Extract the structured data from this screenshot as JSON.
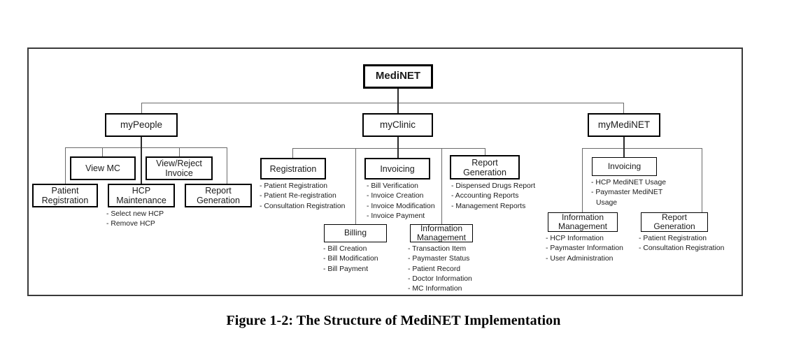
{
  "figure": {
    "caption": "Figure 1-2: The Structure of MediNET Implementation"
  },
  "diagram": {
    "type": "tree-hierarchy",
    "root": {
      "label": "MediNET"
    },
    "branches": [
      {
        "label": "myPeople",
        "children": [
          {
            "label": "View MC",
            "bullets": []
          },
          {
            "label": "View/Reject\nInvoice",
            "line1": "View/Reject",
            "line2": "Invoice",
            "bullets": []
          },
          {
            "label": "Patient\nRegistration",
            "line1": "Patient",
            "line2": "Registration",
            "bullets": []
          },
          {
            "label": "HCP\nMaintenance",
            "line1": "HCP",
            "line2": "Maintenance",
            "bullets": [
              "- Select new HCP",
              "- Remove HCP"
            ]
          },
          {
            "label": "Report\nGeneration",
            "line1": "Report",
            "line2": "Generation",
            "bullets": []
          }
        ]
      },
      {
        "label": "myClinic",
        "children": [
          {
            "label": "Registration",
            "bullets": [
              "- Patient Registration",
              "- Patient Re-registration",
              "- Consultation Registration"
            ]
          },
          {
            "label": "Invoicing",
            "bullets": [
              "- Bill Verification",
              "- Invoice Creation",
              "- Invoice Modification",
              "- Invoice Payment"
            ]
          },
          {
            "label": "Report\nGeneration",
            "line1": "Report",
            "line2": "Generation",
            "bullets": [
              "- Dispensed Drugs Report",
              "- Accounting Reports",
              "- Management Reports"
            ]
          },
          {
            "label": "Billing",
            "bullets": [
              "- Bill Creation",
              "- Bill Modification",
              "- Bill Payment"
            ]
          },
          {
            "label": "Information\nManagement",
            "line1": "Information",
            "line2": "Management",
            "bullets": [
              "- Transaction Item",
              "- Paymaster Status",
              "- Patient Record",
              "- Doctor Information",
              "- MC Information"
            ]
          }
        ]
      },
      {
        "label": "myMediNET",
        "children": [
          {
            "label": "Invoicing",
            "bullets": [
              "- HCP MediNET Usage",
              "- Paymaster MediNET",
              "Usage"
            ]
          },
          {
            "label": "Information\nManagement",
            "line1": "Information",
            "line2": "Management",
            "bullets": [
              "- HCP Information",
              "- Paymaster  Information",
              "- User Administration"
            ]
          },
          {
            "label": "Report\nGeneration",
            "line1": "Report",
            "line2": "Generation",
            "bullets": [
              "- Patient Registration",
              "- Consultation Registration"
            ]
          }
        ]
      }
    ]
  },
  "nodes": {
    "medinet": "MediNET",
    "mypeople": "myPeople",
    "myclinic": "myClinic",
    "mymedinet": "myMediNET",
    "p_viewmc": "View MC",
    "p_viewreject_1": "View/Reject",
    "p_viewreject_2": "Invoice",
    "p_patientreg_1": "Patient",
    "p_patientreg_2": "Registration",
    "p_hcpmaint_1": "HCP",
    "p_hcpmaint_2": "Maintenance",
    "p_reportgen_1": "Report",
    "p_reportgen_2": "Generation",
    "c_registration": "Registration",
    "c_invoicing": "Invoicing",
    "c_reportgen_1": "Report",
    "c_reportgen_2": "Generation",
    "c_billing": "Billing",
    "c_infomgmt_1": "Information",
    "c_infomgmt_2": "Management",
    "m_invoicing": "Invoicing",
    "m_infomgmt_1": "Information",
    "m_infomgmt_2": "Management",
    "m_reportgen_1": "Report",
    "m_reportgen_2": "Generation"
  },
  "bullets": {
    "p_hcpmaint": [
      "- Select new HCP",
      "- Remove HCP"
    ],
    "c_registration": [
      "- Patient Registration",
      "- Patient Re-registration",
      "- Consultation Registration"
    ],
    "c_invoicing": [
      "- Bill Verification",
      "- Invoice Creation",
      "- Invoice Modification",
      "- Invoice Payment"
    ],
    "c_reportgen": [
      "- Dispensed Drugs Report",
      "- Accounting Reports",
      "- Management Reports"
    ],
    "c_billing": [
      "- Bill Creation",
      "- Bill Modification",
      "- Bill Payment"
    ],
    "c_infomgmt": [
      "- Transaction Item",
      "- Paymaster Status",
      "- Patient Record",
      "- Doctor Information",
      "- MC Information"
    ],
    "m_invoicing": [
      "- HCP MediNET Usage",
      "- Paymaster MediNET",
      "Usage"
    ],
    "m_infomgmt": [
      "- HCP Information",
      "- Paymaster  Information",
      "- User Administration"
    ],
    "m_reportgen": [
      "- Patient Registration",
      "- Consultation Registration"
    ]
  },
  "colors": {
    "box_border": "#000000",
    "frame_border": "#3a3a3a",
    "connector": "#6b6b6b",
    "text": "#1b1b1b",
    "background": "#ffffff"
  }
}
